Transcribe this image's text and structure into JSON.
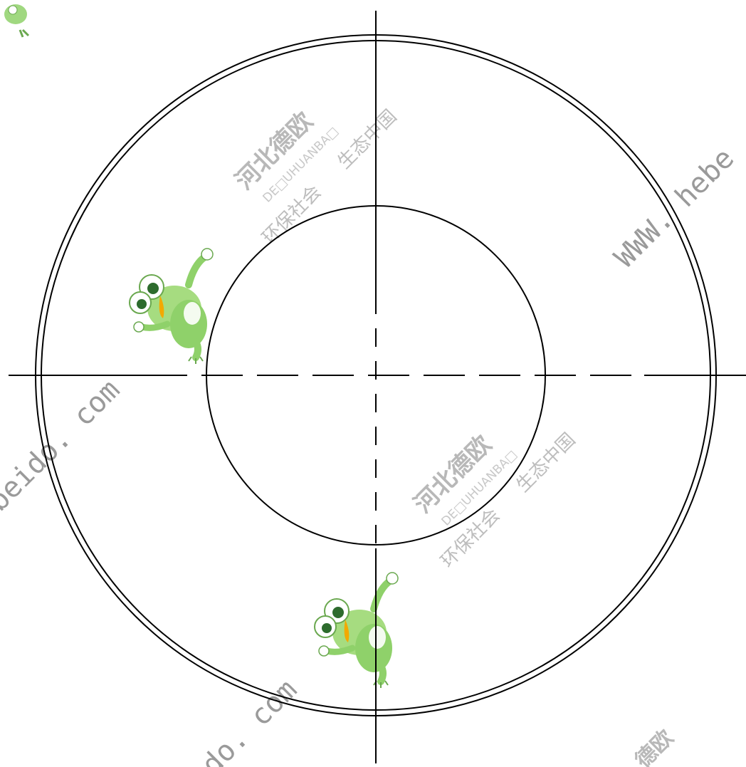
{
  "drawing": {
    "stroke_color": "#000000",
    "description_elements": [
      "outer-ring",
      "inner-circle",
      "centerlines"
    ]
  },
  "watermark": {
    "company_cn": "河北德欧",
    "company_pinyin": "DE□UHUANBA□",
    "slogan_left": "环保社会",
    "slogan_right": "生态中国",
    "url_left": "beido. com",
    "url_right": "WWW. hebe",
    "url_bottom": "do. com",
    "corner_cn": "德欧",
    "text_color": "#b8b8b8",
    "frog_color": "#8fd16a"
  }
}
